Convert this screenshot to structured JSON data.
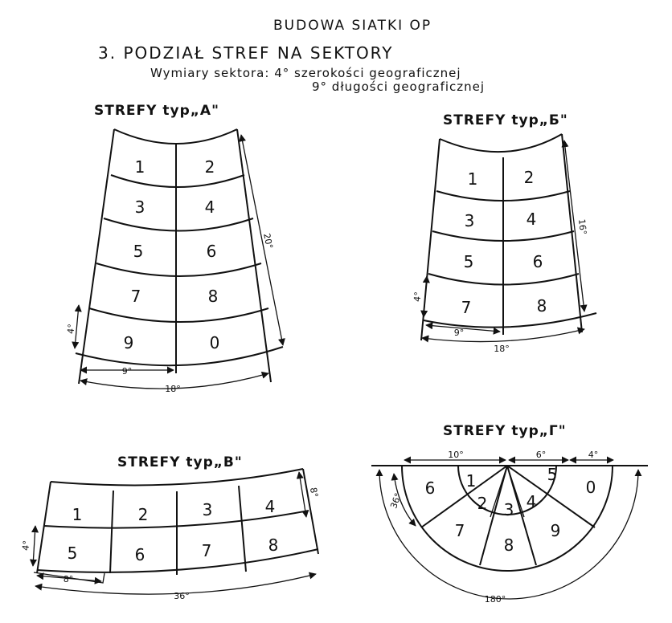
{
  "header": {
    "title": "BUDOWA SIATKI OP",
    "subtitle": "3. PODZIAŁ STREF NA SEKTORY",
    "dims_line1": "Wymiary sektora: 4° szerokości geograficznej",
    "dims_line2": "9° długości geograficznej"
  },
  "zone_a": {
    "title": "STREFY typ„A\"",
    "sectors": [
      "1",
      "2",
      "3",
      "4",
      "5",
      "6",
      "7",
      "8",
      "9",
      "0"
    ],
    "dim_height": "20°",
    "dim_row": "4°",
    "dim_col": "9°",
    "dim_width": "18°"
  },
  "zone_b": {
    "title": "STREFY typ„Б\"",
    "sectors": [
      "1",
      "2",
      "3",
      "4",
      "5",
      "6",
      "7",
      "8"
    ],
    "dim_height": "16°",
    "dim_row": "4°",
    "dim_col": "9°",
    "dim_width": "18°"
  },
  "zone_v": {
    "title": "STREFY typ„B\"",
    "sectors": [
      "1",
      "2",
      "3",
      "4",
      "5",
      "6",
      "7",
      "8"
    ],
    "dim_height": "8°",
    "dim_row": "4°",
    "dim_col": "8°",
    "dim_width": "36°"
  },
  "zone_g": {
    "title": "STREFY typ„Г\"",
    "sectors": [
      "6",
      "1",
      "2",
      "3",
      "4",
      "5",
      "0",
      "7",
      "8",
      "9"
    ],
    "dim_left": "10°",
    "dim_mid": "6°",
    "dim_right": "4°",
    "dim_radius": "36°",
    "dim_arc": "180°"
  }
}
